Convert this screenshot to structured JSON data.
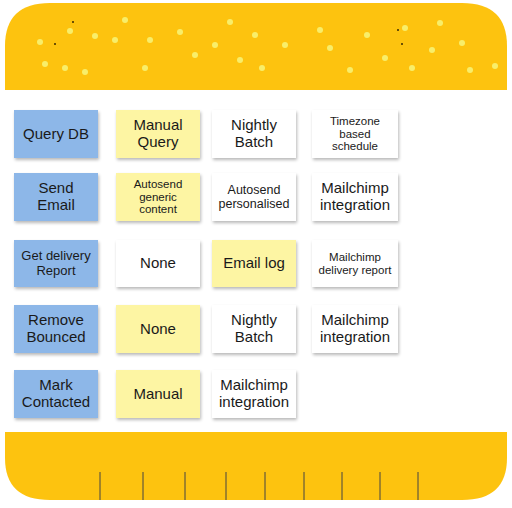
{
  "diagram": {
    "nodes": [
      {
        "text": [
          "Query DB"
        ]
      },
      {
        "text": [
          "Manual Query"
        ]
      },
      {
        "text": [
          "Nightly Batch"
        ]
      },
      {
        "text": [
          "Timezone based schedule"
        ]
      },
      {
        "text": [
          "Send Email"
        ]
      },
      {
        "text": [
          "Autosend generic content"
        ]
      },
      {
        "text": [
          "Autosend personalised"
        ]
      },
      {
        "text": [
          "Mailchimp integration"
        ]
      },
      {
        "text": [
          "Get delivery Report"
        ]
      },
      {
        "text": [
          "None"
        ]
      },
      {
        "text": [
          "Email log"
        ]
      },
      {
        "text": [
          "Mailchimp delivery report"
        ]
      },
      {
        "text": [
          "Remove Bounced"
        ]
      },
      {
        "text": [
          "None"
        ]
      },
      {
        "text": [
          "Nightly Batch"
        ]
      },
      {
        "text": [
          "Mailchimp integration"
        ]
      },
      {
        "text": [
          "Mark Contacted"
        ]
      },
      {
        "text": [
          "Manual"
        ]
      },
      {
        "text": [
          "Mailchimp integration"
        ]
      }
    ]
  }
}
